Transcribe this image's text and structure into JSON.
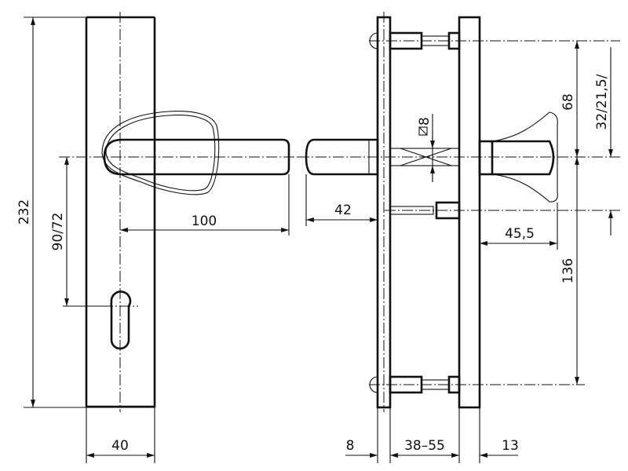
{
  "title": "Door handle set technical drawing",
  "dimensions": {
    "total_height": "232",
    "axis_distance": "90/72",
    "lever_length": "100",
    "plate_width": "40",
    "lever_projection": "42",
    "plate_thickness": "8",
    "door_thickness": "38–55",
    "inner_plate_thickness": "13",
    "knob_projection": "45,5",
    "upper_screw_distance": "68",
    "lower_screw_distance": "136",
    "spindle_offset": "32/21,5/",
    "spindle_square": "8"
  },
  "colors": {
    "line": "#111111",
    "background": "#ffffff"
  }
}
